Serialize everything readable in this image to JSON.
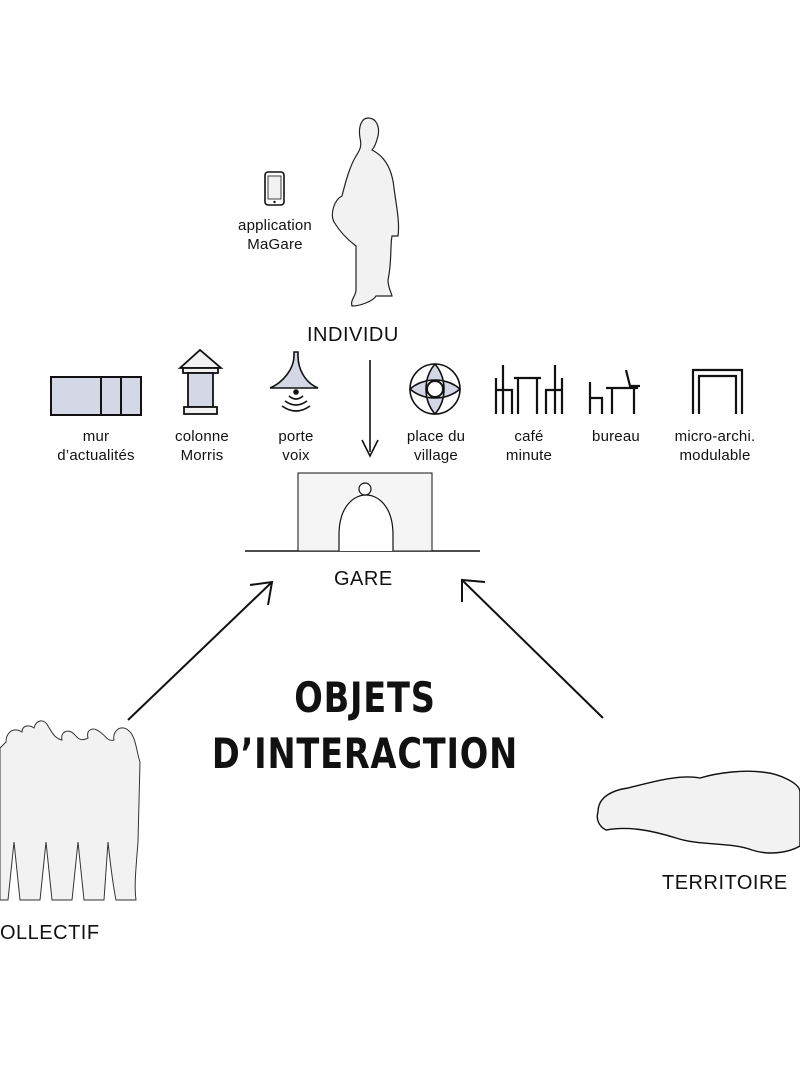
{
  "title": {
    "line1": "OBJETS",
    "line2": "D’INTERACTION"
  },
  "nodes": {
    "individu": "INDIVIDU",
    "gare": "GARE",
    "collectif": "OLLECTIF",
    "territoire": "TERRITOIRE"
  },
  "app": {
    "line1": "application",
    "line2": "MaGare"
  },
  "objects": [
    {
      "icon": "news-wall-icon",
      "line1": "mur",
      "line2": "d’actualités"
    },
    {
      "icon": "morris-column-icon",
      "line1": "colonne",
      "line2": "Morris"
    },
    {
      "icon": "megaphone-icon",
      "line1": "porte",
      "line2": "voix"
    },
    {
      "icon": "village-square-icon",
      "line1": "place du",
      "line2": "village"
    },
    {
      "icon": "cafe-icon",
      "line1": "café",
      "line2": "minute"
    },
    {
      "icon": "desk-icon",
      "line1": "bureau",
      "line2": ""
    },
    {
      "icon": "modular-frame-icon",
      "line1": "micro-archi.",
      "line2": "modulable"
    }
  ],
  "colors": {
    "ink": "#111111",
    "fill_blue": "#d4d8e6",
    "fill_grey": "#f2f2f2"
  }
}
